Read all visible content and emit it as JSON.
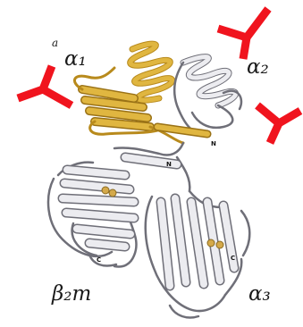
{
  "labels": {
    "footnote": "a",
    "alpha1": "α₁",
    "alpha2": "α₂",
    "alpha3": "α₃",
    "beta2m": "β₂m",
    "n_gold": "N",
    "n_white": "N",
    "c_left": "C",
    "c_right": "C"
  },
  "colors": {
    "alpha12_domain": "#e0b640",
    "alpha12_shadow": "#b88a1c",
    "ribbon_fill": "#e9e9ee",
    "ribbon_stroke": "#6f6f78",
    "glycan_marker": "#f0141e",
    "disulfide": "#d4a94a"
  },
  "glycan_markers": 3,
  "icons": [
    "y-shaped-glycan-marker-icon"
  ]
}
